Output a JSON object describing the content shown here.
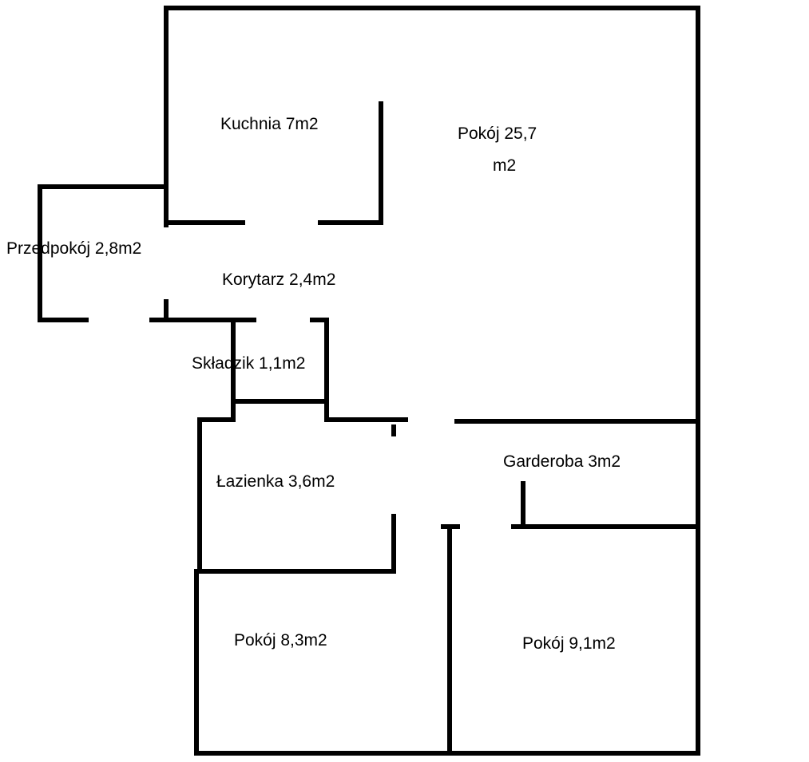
{
  "rooms": {
    "kuchnia": "Kuchnia 7m2",
    "pokoj_duzy_line1": "Pokój 25,7",
    "pokoj_duzy_line2": "m2",
    "przedpokoj": "Przedpokój 2,8m2",
    "korytarz": "Korytarz 2,4m2",
    "skladzik": "Składzik 1,1m2",
    "lazienka": "Łazienka 3,6m2",
    "garderoba": "Garderoba 3m2",
    "pokoj_8": "Pokój 8,3m2",
    "pokoj_9": "Pokój 9,1m2"
  },
  "colors": {
    "wall": "#000000",
    "background": "#ffffff"
  }
}
